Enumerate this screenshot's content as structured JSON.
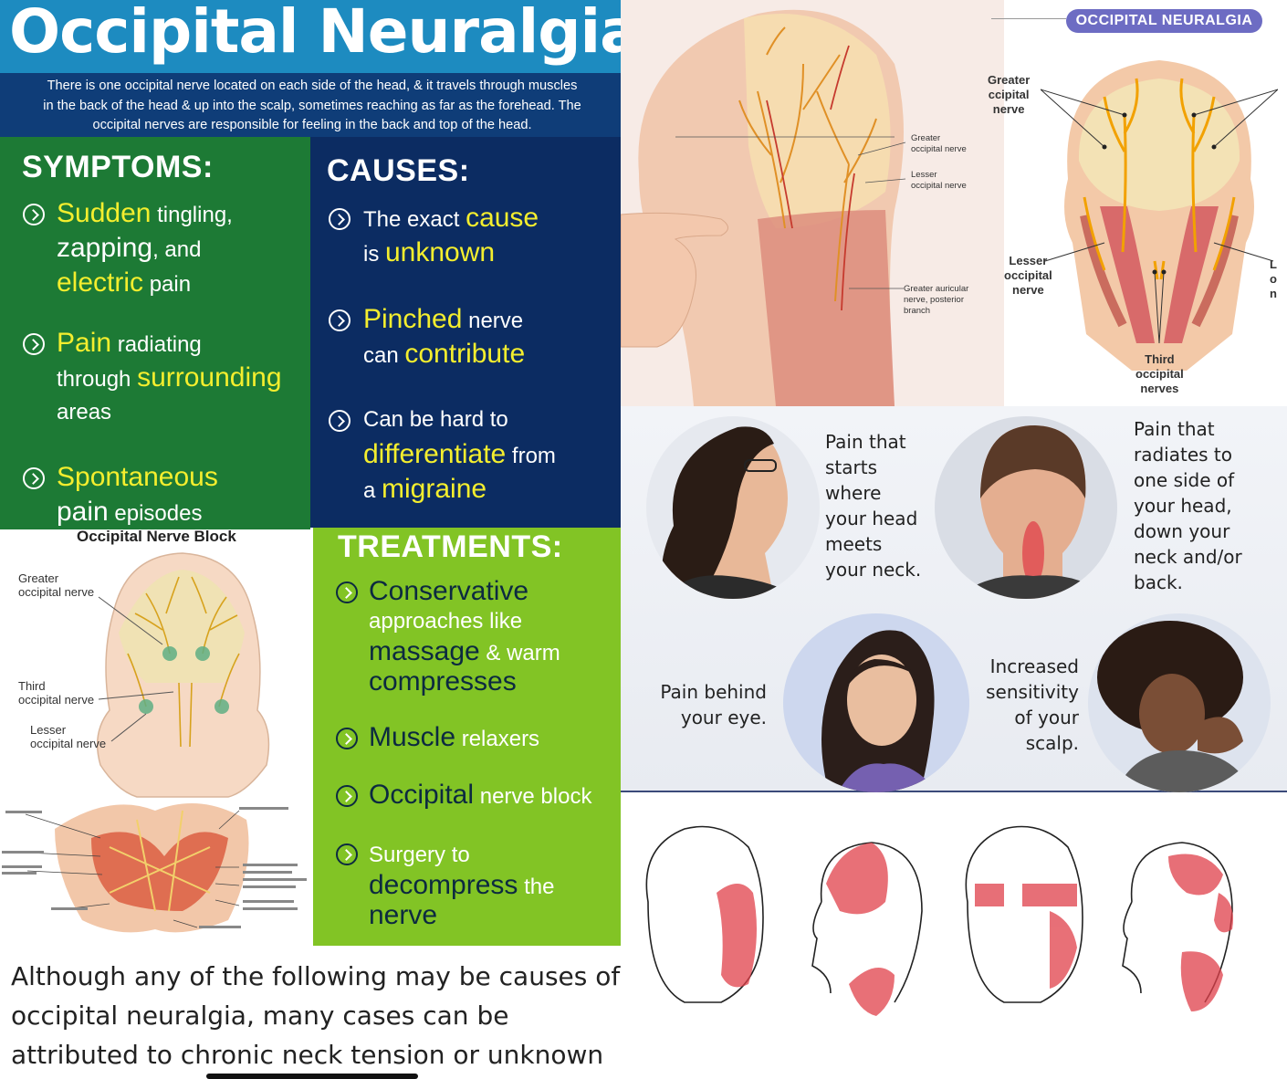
{
  "header": {
    "title": "Occipital Neuralgia",
    "intro_lines": [
      "There is one occipital nerve located on each side of the head, & it travels through muscles",
      "in the back of the head & up into the scalp, sometimes reaching as far as the forehead. The",
      "occipital nerves are responsible for feeling in the back and top of the head."
    ]
  },
  "symptoms": {
    "heading": "SYMPTOMS:",
    "item1": {
      "w1": "Sudden",
      "w2": " tingling,",
      "w3": "zapping",
      "w4": ", and",
      "w5": "electric",
      "w6": " pain"
    },
    "item2": {
      "w1": "Pain",
      "w2": " radiating",
      "w3": "through ",
      "w4": "surrounding",
      "w5": "areas"
    },
    "item3": {
      "w1": "Spontaneous",
      "w2": "pain",
      "w3": " episodes"
    }
  },
  "causes": {
    "heading": "CAUSES:",
    "item1": {
      "w1": "The exact ",
      "w2": "cause",
      "w3": "is ",
      "w4": "unknown"
    },
    "item2": {
      "w1": "Pinched",
      "w2": " nerve",
      "w3": "can ",
      "w4": "contribute"
    },
    "item3": {
      "w1": "Can be hard to",
      "w2": "differentiate",
      "w3": " from",
      "w4": "a ",
      "w5": "migraine"
    }
  },
  "treatments": {
    "heading": "TREATMENTS:",
    "item1": {
      "w1": "Conservative",
      "w2": "approaches like",
      "w3": "massage",
      "w4": " & warm",
      "w5": "compresses"
    },
    "item2": {
      "w1": "Muscle",
      "w2": " relaxers"
    },
    "item3": {
      "w1": "Occipital",
      "w2": " nerve block"
    },
    "item4": {
      "w1": "Surgery to",
      "w2": "decompress",
      "w3": " the",
      "w4": "nerve"
    }
  },
  "nerve_block": {
    "title": "Occipital Nerve Block",
    "greater": [
      "Greater",
      "occipital nerve"
    ],
    "third": [
      "Third",
      "occipital nerve"
    ],
    "lesser": [
      "Lesser",
      "occipital nerve"
    ]
  },
  "head_illustration": {
    "greater": [
      "Greater",
      "occipital nerve"
    ],
    "lesser": [
      "Lesser",
      "occipital nerve"
    ],
    "auricular": [
      "Greater auricular",
      "nerve, posterior",
      "branch"
    ]
  },
  "nerve_diagram": {
    "badge": "OCCIPITAL NEURALGIA",
    "greater": [
      "Greater",
      "ccipital",
      "nerve"
    ],
    "lesser": [
      "Lesser",
      "occipital",
      "nerve"
    ],
    "third": [
      "Third",
      "occipital",
      "nerves"
    ],
    "right_edge": [
      "L",
      "o",
      "n"
    ]
  },
  "pain_points": {
    "p1": [
      "Pain that",
      "starts",
      "where",
      "your head",
      "meets",
      "your neck."
    ],
    "p2": [
      "Pain that",
      "radiates to",
      "one side of",
      "your head,",
      "down your",
      "neck and/or",
      "back."
    ],
    "p3": [
      "Pain behind",
      "your eye."
    ],
    "p4": [
      "Increased",
      "sensitivity",
      "of your",
      "scalp."
    ]
  },
  "footer": {
    "text": "Although any of the following may be causes of occipital neuralgia, many cases can be attributed to chronic neck tension or unknown origins."
  },
  "colors": {
    "title_blue": "#1d8bc0",
    "intro_navy": "#0f3d78",
    "symptoms_green": "#1d7a35",
    "causes_navy": "#0c2c62",
    "treatments_lime": "#82c425",
    "highlight_yellow": "#f4ee2e",
    "badge_purple": "#6d6cc3",
    "pain_red": "#e0404a"
  }
}
